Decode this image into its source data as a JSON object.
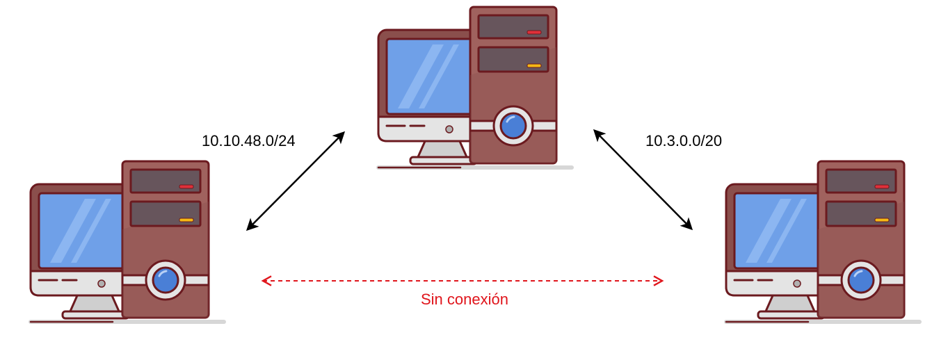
{
  "links": {
    "left": {
      "label": "10.10.48.0/24"
    },
    "right": {
      "label": "10.3.0.0/20"
    },
    "none": {
      "label": "Sin conexión"
    }
  },
  "colors": {
    "arrow": "#000000",
    "no_connection": "#e0151c",
    "outline": "#6b1a1f",
    "tower": "#a0625e",
    "tower_shade": "#8a4f4c",
    "drive_bay": "#67555c",
    "screen": "#6fa0e8",
    "screen_frame": "#8a4f4c",
    "monitor_base": "#e4e4e4",
    "shadow": "#d7d7d7",
    "led_red": "#e0303a",
    "led_yellow": "#f5b914",
    "power_button": "#4a7fd6"
  },
  "nodes": [
    {
      "icon": "desktop-computer-icon"
    },
    {
      "icon": "desktop-computer-icon"
    },
    {
      "icon": "desktop-computer-icon"
    }
  ]
}
